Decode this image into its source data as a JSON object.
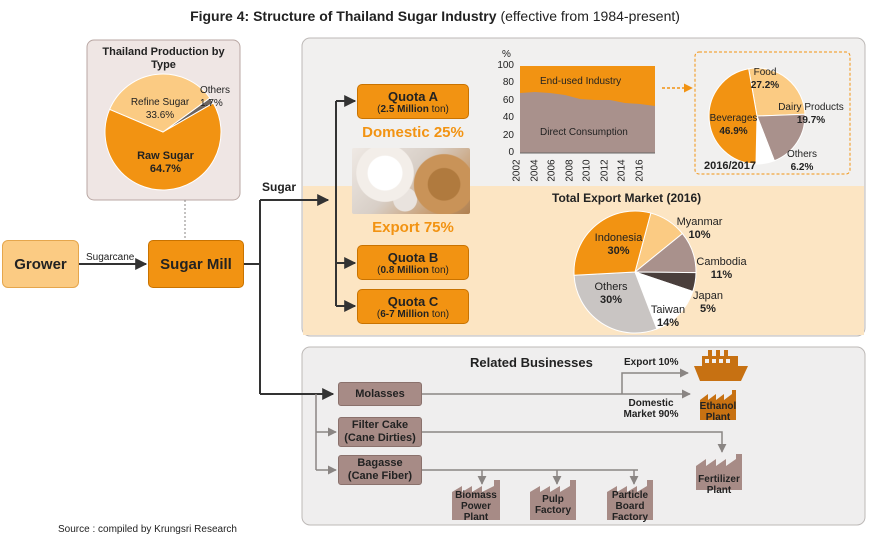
{
  "title": {
    "bold": "Figure 4: Structure of Thailand Sugar Industry",
    "normal": "(effective from 1984-present)"
  },
  "production": {
    "title": "Thailand Production by Type",
    "slices": [
      {
        "label": "Raw Sugar",
        "value": 64.7,
        "value_text": "64.7%",
        "color": "#F29312"
      },
      {
        "label": "Refine Sugar",
        "value": 33.6,
        "value_text": "33.6%",
        "color": "#FBCB83"
      },
      {
        "label": "Others",
        "value": 1.7,
        "value_text": "1.7%",
        "color": "#6d6560"
      }
    ]
  },
  "grower": {
    "label": "Grower"
  },
  "sugarcane_label": "Sugarcane",
  "sugar_mill": {
    "label": "Sugar Mill"
  },
  "sugar_label": "Sugar",
  "quotas": [
    {
      "name": "Quota A",
      "amount_bold": "2.5 Million",
      "unit": "ton"
    },
    {
      "name": "Quota B",
      "amount_bold": "0.8 Million",
      "unit": "ton"
    },
    {
      "name": "Quota C",
      "amount_bold": "6-7 Million",
      "unit": "ton"
    }
  ],
  "domestic_label": "Domestic 25%",
  "export_label": "Export 75%",
  "area_chart": {
    "ylabel": "%",
    "yticks": [
      "0",
      "20",
      "40",
      "60",
      "80",
      "100"
    ],
    "xticks": [
      "2002",
      "2004",
      "2006",
      "2008",
      "2010",
      "2012",
      "2014",
      "2016"
    ],
    "series": [
      {
        "name": "End-used Industry",
        "color": "#F29312"
      },
      {
        "name": "Direct Consumption",
        "color": "#a9918c"
      }
    ]
  },
  "domestic_pie": {
    "caption": "2016/2017",
    "slices": [
      {
        "label": "Food",
        "value": 27.2,
        "value_text": "27.2%",
        "color": "#FBCB83"
      },
      {
        "label": "Dairy Products",
        "value": 19.7,
        "value_text": "19.7%",
        "color": "#a9918c"
      },
      {
        "label": "Others",
        "value": 6.2,
        "value_text": "6.2%",
        "color": "#ffffff"
      },
      {
        "label": "Beverages",
        "value": 46.9,
        "value_text": "46.9%",
        "color": "#F29312"
      }
    ]
  },
  "export_pie": {
    "title": "Total Export Market (2016)",
    "slices": [
      {
        "label": "Indonesia",
        "value": 30,
        "value_text": "30%",
        "color": "#F29312"
      },
      {
        "label": "Myanmar",
        "value": 10,
        "value_text": "10%",
        "color": "#FBCB83"
      },
      {
        "label": "Cambodia",
        "value": 11,
        "value_text": "11%",
        "color": "#a9918c"
      },
      {
        "label": "Japan",
        "value": 5,
        "value_text": "5%",
        "color": "#4a3f3c"
      },
      {
        "label": "Taiwan",
        "value": 14,
        "value_text": "14%",
        "color": "#ffffff"
      },
      {
        "label": "Others",
        "value": 30,
        "value_text": "30%",
        "color": "#c9c5c3"
      }
    ]
  },
  "related": {
    "title": "Related Businesses",
    "byproducts": [
      {
        "line1": "Molasses",
        "line2": ""
      },
      {
        "line1": "Filter Cake",
        "line2": "(Cane Dirties)"
      },
      {
        "line1": "Bagasse",
        "line2": "(Cane Fiber)"
      }
    ],
    "export_10": "Export 10%",
    "domestic_line1": "Domestic",
    "domestic_line2": "Market 90%",
    "ethanol_line1": "Ethanol",
    "ethanol_line2": "Plant",
    "fertilizer_line1": "Fertilizer",
    "fertilizer_line2": "Plant",
    "factories": [
      {
        "line1": "Biomass",
        "line2": "Power",
        "line3": "Plant"
      },
      {
        "line1": "Pulp",
        "line2": "Factory",
        "line3": ""
      },
      {
        "line1": "Particle",
        "line2": "Board",
        "line3": "Factory"
      }
    ]
  },
  "source": "Source : compiled by Krungsri Research"
}
